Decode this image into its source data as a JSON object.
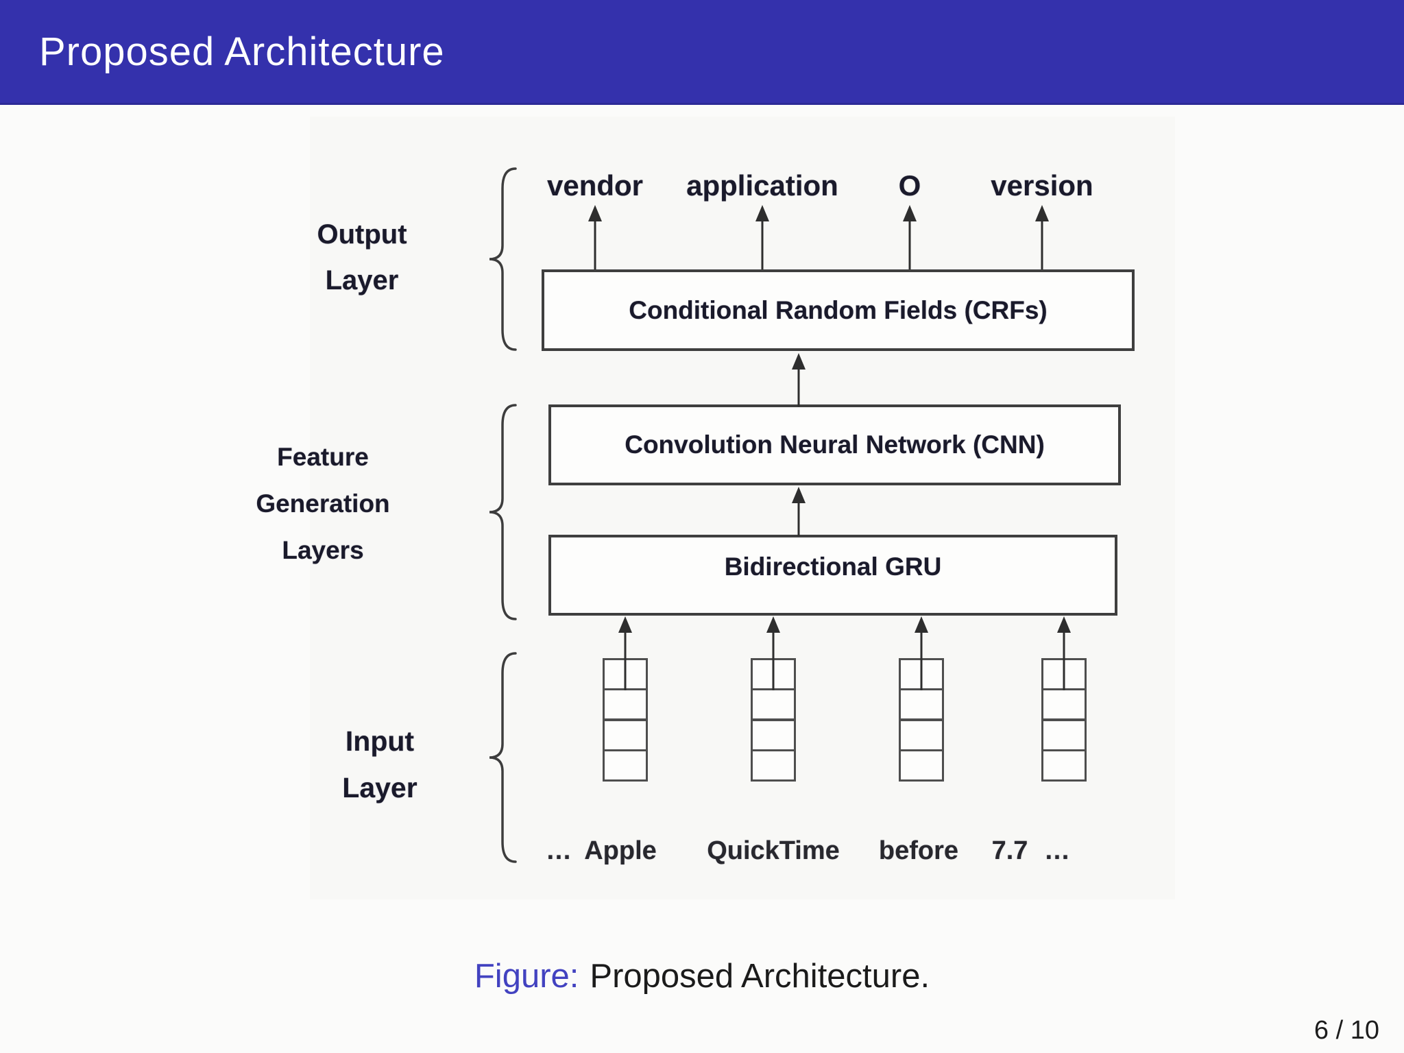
{
  "slide": {
    "header": {
      "title": "Proposed Architecture",
      "bg_color": "#3431ac"
    },
    "caption": {
      "prefix": "Figure:",
      "text": "Proposed Architecture.",
      "prefix_color": "#4242c0"
    },
    "page_indicator": "6 / 10"
  },
  "diagram": {
    "output_tags": [
      "vendor",
      "application",
      "O",
      "version"
    ],
    "layer_groups": {
      "output": {
        "lines": [
          "Output",
          "Layer"
        ]
      },
      "feature": {
        "lines": [
          "Feature",
          "Generation",
          "Layers"
        ]
      },
      "input": {
        "lines": [
          "Input",
          "Layer"
        ]
      }
    },
    "boxes": {
      "crf": "Conditional Random Fields (CRFs)",
      "cnn": "Convolution Neural Network (CNN)",
      "gru": "Bidirectional GRU"
    },
    "input_tokens": [
      "…",
      "Apple",
      "QuickTime",
      "before",
      "7.7",
      "…"
    ],
    "embedding_columns": 4,
    "cells_per_column": 4,
    "line_color": "#3d3d3d",
    "text_color": "#1a1a2b"
  }
}
